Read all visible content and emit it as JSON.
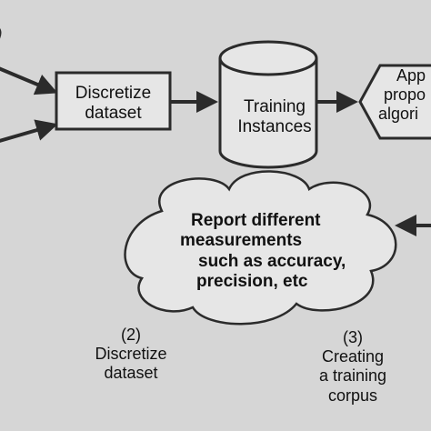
{
  "nodes": {
    "discretize": {
      "line1": "Discretize",
      "line2": "dataset"
    },
    "training": {
      "line1": "Training",
      "line2": "Instances"
    },
    "apply": {
      "line1": "App",
      "line2": "propo",
      "line3": "algori"
    },
    "report": {
      "line1": "Report different",
      "line2": "measurements",
      "line3": "such as accuracy,",
      "line4": "precision, etc"
    }
  },
  "captions": {
    "step2": {
      "num": "(2)",
      "line1": "Discretize",
      "line2": "dataset"
    },
    "step3": {
      "num": "(3)",
      "line1": "Creating",
      "line2": "a training",
      "line3": "corpus"
    }
  },
  "colors": {
    "background": "#d6d6d6",
    "shape_fill": "#e6e6e6",
    "stroke": "#2b2b2b"
  }
}
